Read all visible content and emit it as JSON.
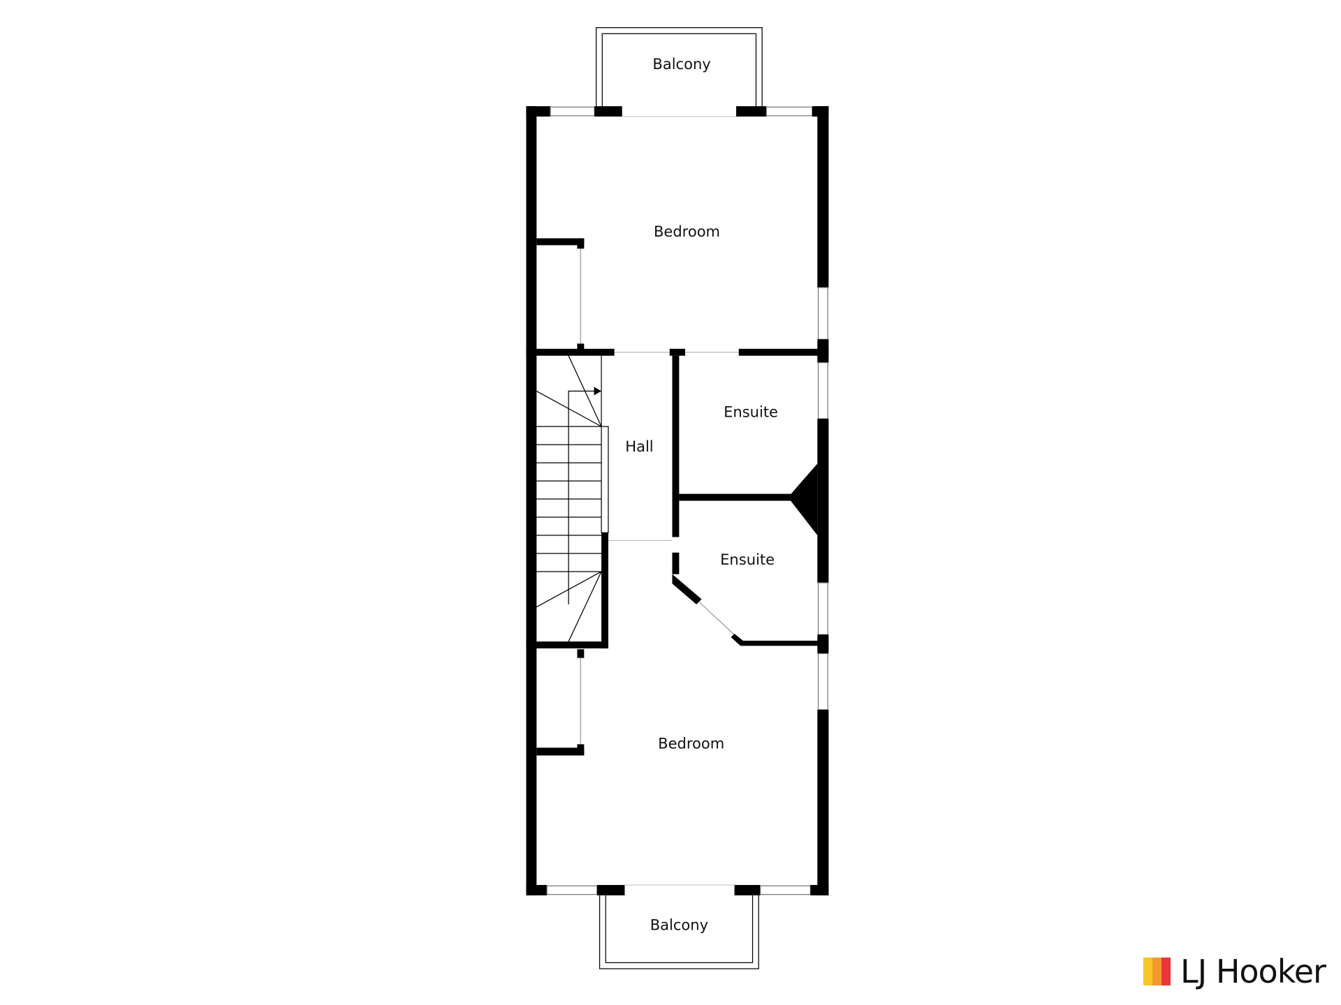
{
  "rooms": {
    "balcony_top": "Balcony",
    "bedroom_top": "Bedroom",
    "hall": "Hall",
    "ensuite_top": "Ensuite",
    "ensuite_bottom": "Ensuite",
    "bedroom_bottom": "Bedroom",
    "balcony_bottom": "Balcony"
  },
  "logo": {
    "text": "LJ Hooker",
    "colors": [
      "#F7C52A",
      "#F39A2C",
      "#E8363A"
    ]
  }
}
